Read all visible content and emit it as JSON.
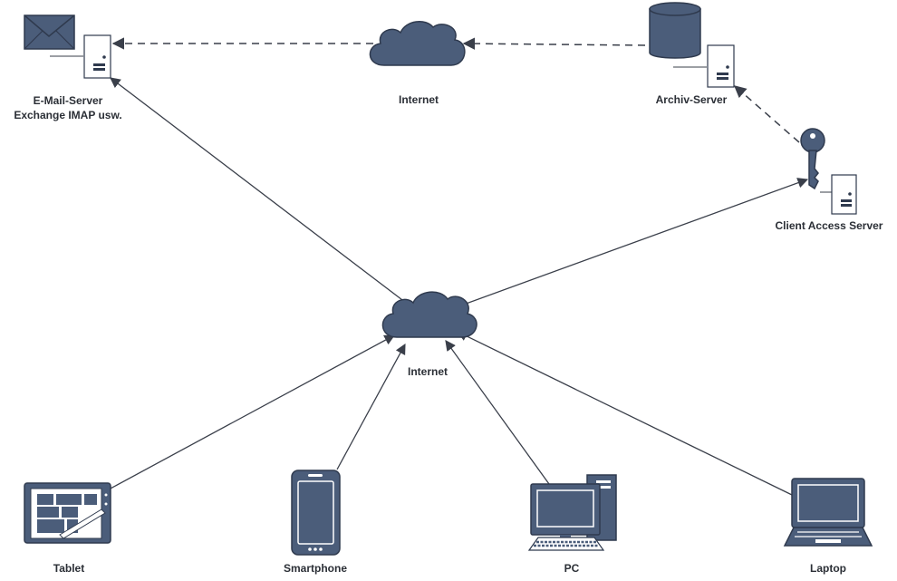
{
  "nodes": {
    "mail_server": {
      "label_line1": "E-Mail-Server",
      "label_line2": "Exchange IMAP usw."
    },
    "internet_top": {
      "label": "Internet"
    },
    "archive_server": {
      "label": "Archiv-Server"
    },
    "client_access_server": {
      "label": "Client Access Server"
    },
    "internet_center": {
      "label": "Internet"
    },
    "tablet": {
      "label": "Tablet"
    },
    "smartphone": {
      "label": "Smartphone"
    },
    "pc": {
      "label": "PC"
    },
    "laptop": {
      "label": "Laptop"
    }
  },
  "icons": [
    "envelope-icon",
    "server-icon",
    "cloud-icon",
    "database-icon",
    "key-icon",
    "tablet-icon",
    "smartphone-icon",
    "pc-icon",
    "laptop-icon"
  ],
  "colors": {
    "node": "#4b5d7a",
    "stroke": "#2f3a4e",
    "edge": "#3a3f4a"
  }
}
